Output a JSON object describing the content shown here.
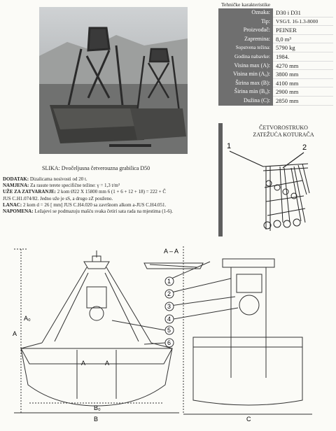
{
  "photo_caption": "SLIKA: Dvočeljusna četverouzna grabilica D50",
  "table": {
    "header": "Tehničke karakteristike",
    "rows": [
      {
        "label": "Oznaka:",
        "value": "D30 i D31"
      },
      {
        "label": "Tip:",
        "value": "VSG/I. 16-1.3-8000"
      },
      {
        "label": "Proizvođač:",
        "value": "PEINER"
      },
      {
        "label": "Zapremina:",
        "value": "8,0 m³"
      },
      {
        "label": "Sopstvena težina:",
        "value": "5790 kg"
      },
      {
        "label": "Godina nabavke:",
        "value": "1984."
      },
      {
        "label": "Visina max (A):",
        "value": "4270 mm"
      },
      {
        "label": "Visina min (A₀):",
        "value": "3800 mm"
      },
      {
        "label": "Širina max (B):",
        "value": "4100 mm"
      },
      {
        "label": "Širina min (B₀):",
        "value": "2900 mm"
      },
      {
        "label": "Dužina (C):",
        "value": "2850 mm"
      }
    ]
  },
  "sketch": {
    "title_line1": "ČETVOROSTRUKO",
    "title_line2": "ZATEŽUĆA KOTURAČA",
    "label1": "1",
    "label2": "2"
  },
  "notes": {
    "dodatak_key": "DODATAK:",
    "dodatak": "Dizalicama nosivosti od 20 t.",
    "namjena_key": "NAMJENA:",
    "namjena": "Za rasute terete specifične težine: γ = 1,3 t/m³",
    "uze_key": "UŽE ZA ZATVARANJE:",
    "uze": "2 kom Ø22 X 15800 mm 6 (1 + 6 + 12 + 18) = 222 + Č",
    "uze2": "JUS C.H1.074/82. Jedno uže je sS, a drugo zZ použeno.",
    "lanac_key": "LANAC:",
    "lanac": "2 kom d = 26 [ mm] JUS C.H4.020 sa završnom alkom a-JUS C.H4.051.",
    "napomena_key": "NAPOMENA:",
    "napomena": "Ležajevi se podmazuju mašću svaka četiri sata rada na mjestima (1-6)."
  },
  "drawing": {
    "section_label": "A – A",
    "callouts": [
      "1",
      "2",
      "3",
      "4",
      "5",
      "6"
    ],
    "dim_A": "A",
    "dim_A0": "A₀",
    "dim_B": "B",
    "dim_B0": "B₀",
    "dim_C": "C",
    "sec_A1": "A",
    "sec_A2": "A"
  }
}
